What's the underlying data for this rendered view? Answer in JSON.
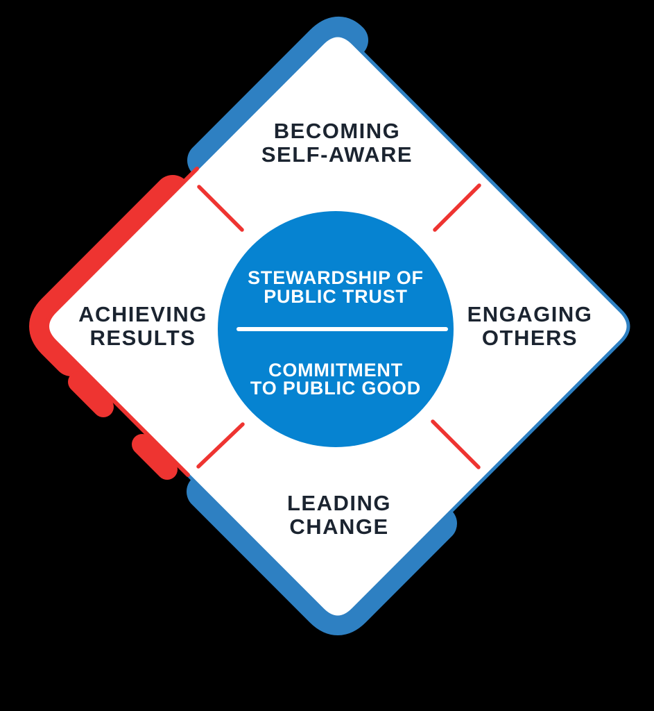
{
  "background_color": "#000000",
  "colors": {
    "band_blue": "#2e80c2",
    "accent_red": "#ee3431",
    "circle_blue": "#0683d1",
    "label_navy": "#1b2430",
    "white": "#ffffff"
  },
  "diagram": {
    "center_circle": {
      "top_line1": "STEWARDSHIP OF",
      "top_line2": "PUBLIC TRUST",
      "bottom_line1": "COMMITMENT",
      "bottom_line2": "TO PUBLIC GOOD"
    },
    "quadrants": {
      "top": {
        "line1": "BECOMING",
        "line2": "SELF-AWARE"
      },
      "right": {
        "line1": "ENGAGING",
        "line2": "OTHERS"
      },
      "left": {
        "line1": "ACHIEVING",
        "line2": "RESULTS"
      },
      "bottom": {
        "line1": "LEADING",
        "line2": "CHANGE"
      }
    }
  }
}
